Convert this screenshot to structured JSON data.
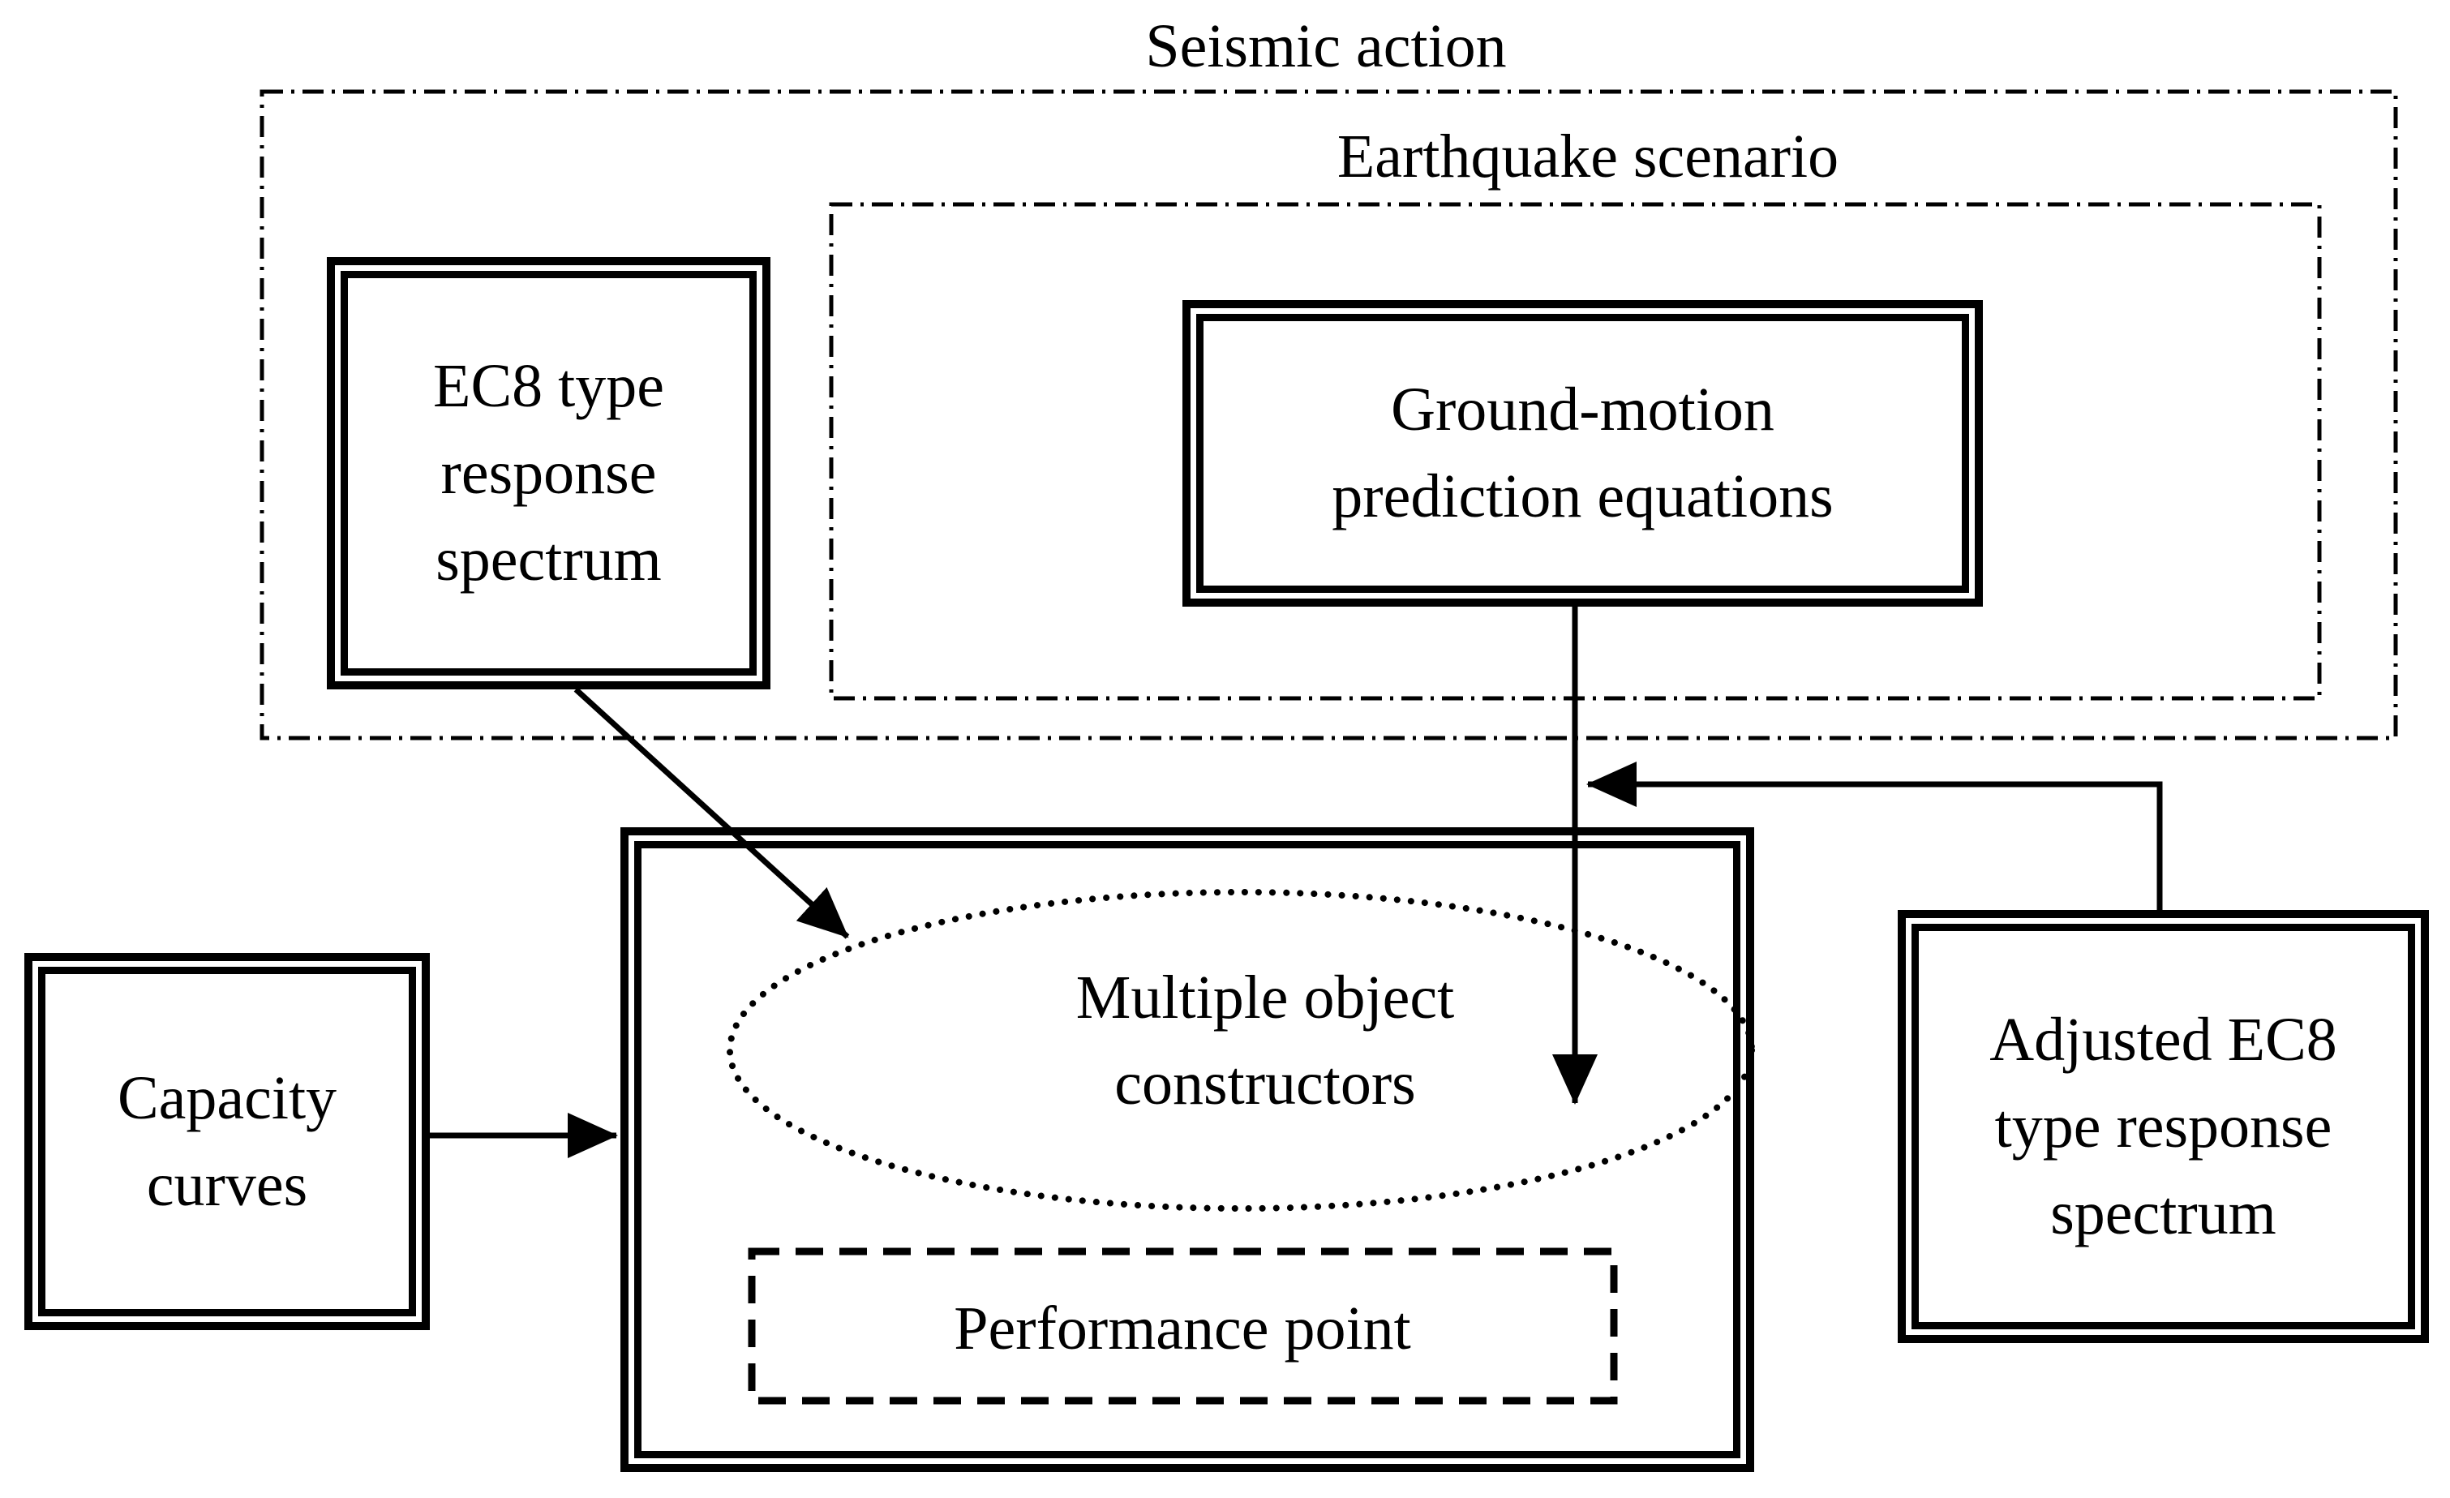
{
  "colors": {
    "ink": "#000000",
    "paper": "#ffffff"
  },
  "frames": {
    "seismic": {
      "label": "Seismic action"
    },
    "earthquake": {
      "label": "Earthquake scenario"
    }
  },
  "nodes": {
    "ec8": {
      "label": "EC8 type\nresponse\nspectrum"
    },
    "gmpe": {
      "label": "Ground-motion\nprediction equations"
    },
    "capacity": {
      "label": "Capacity\ncurves"
    },
    "adjusted": {
      "label": "Adjusted EC8\ntype response\nspectrum"
    },
    "constructors": {
      "label": "Multiple object\nconstructors"
    },
    "performance": {
      "label": "Performance point"
    }
  }
}
